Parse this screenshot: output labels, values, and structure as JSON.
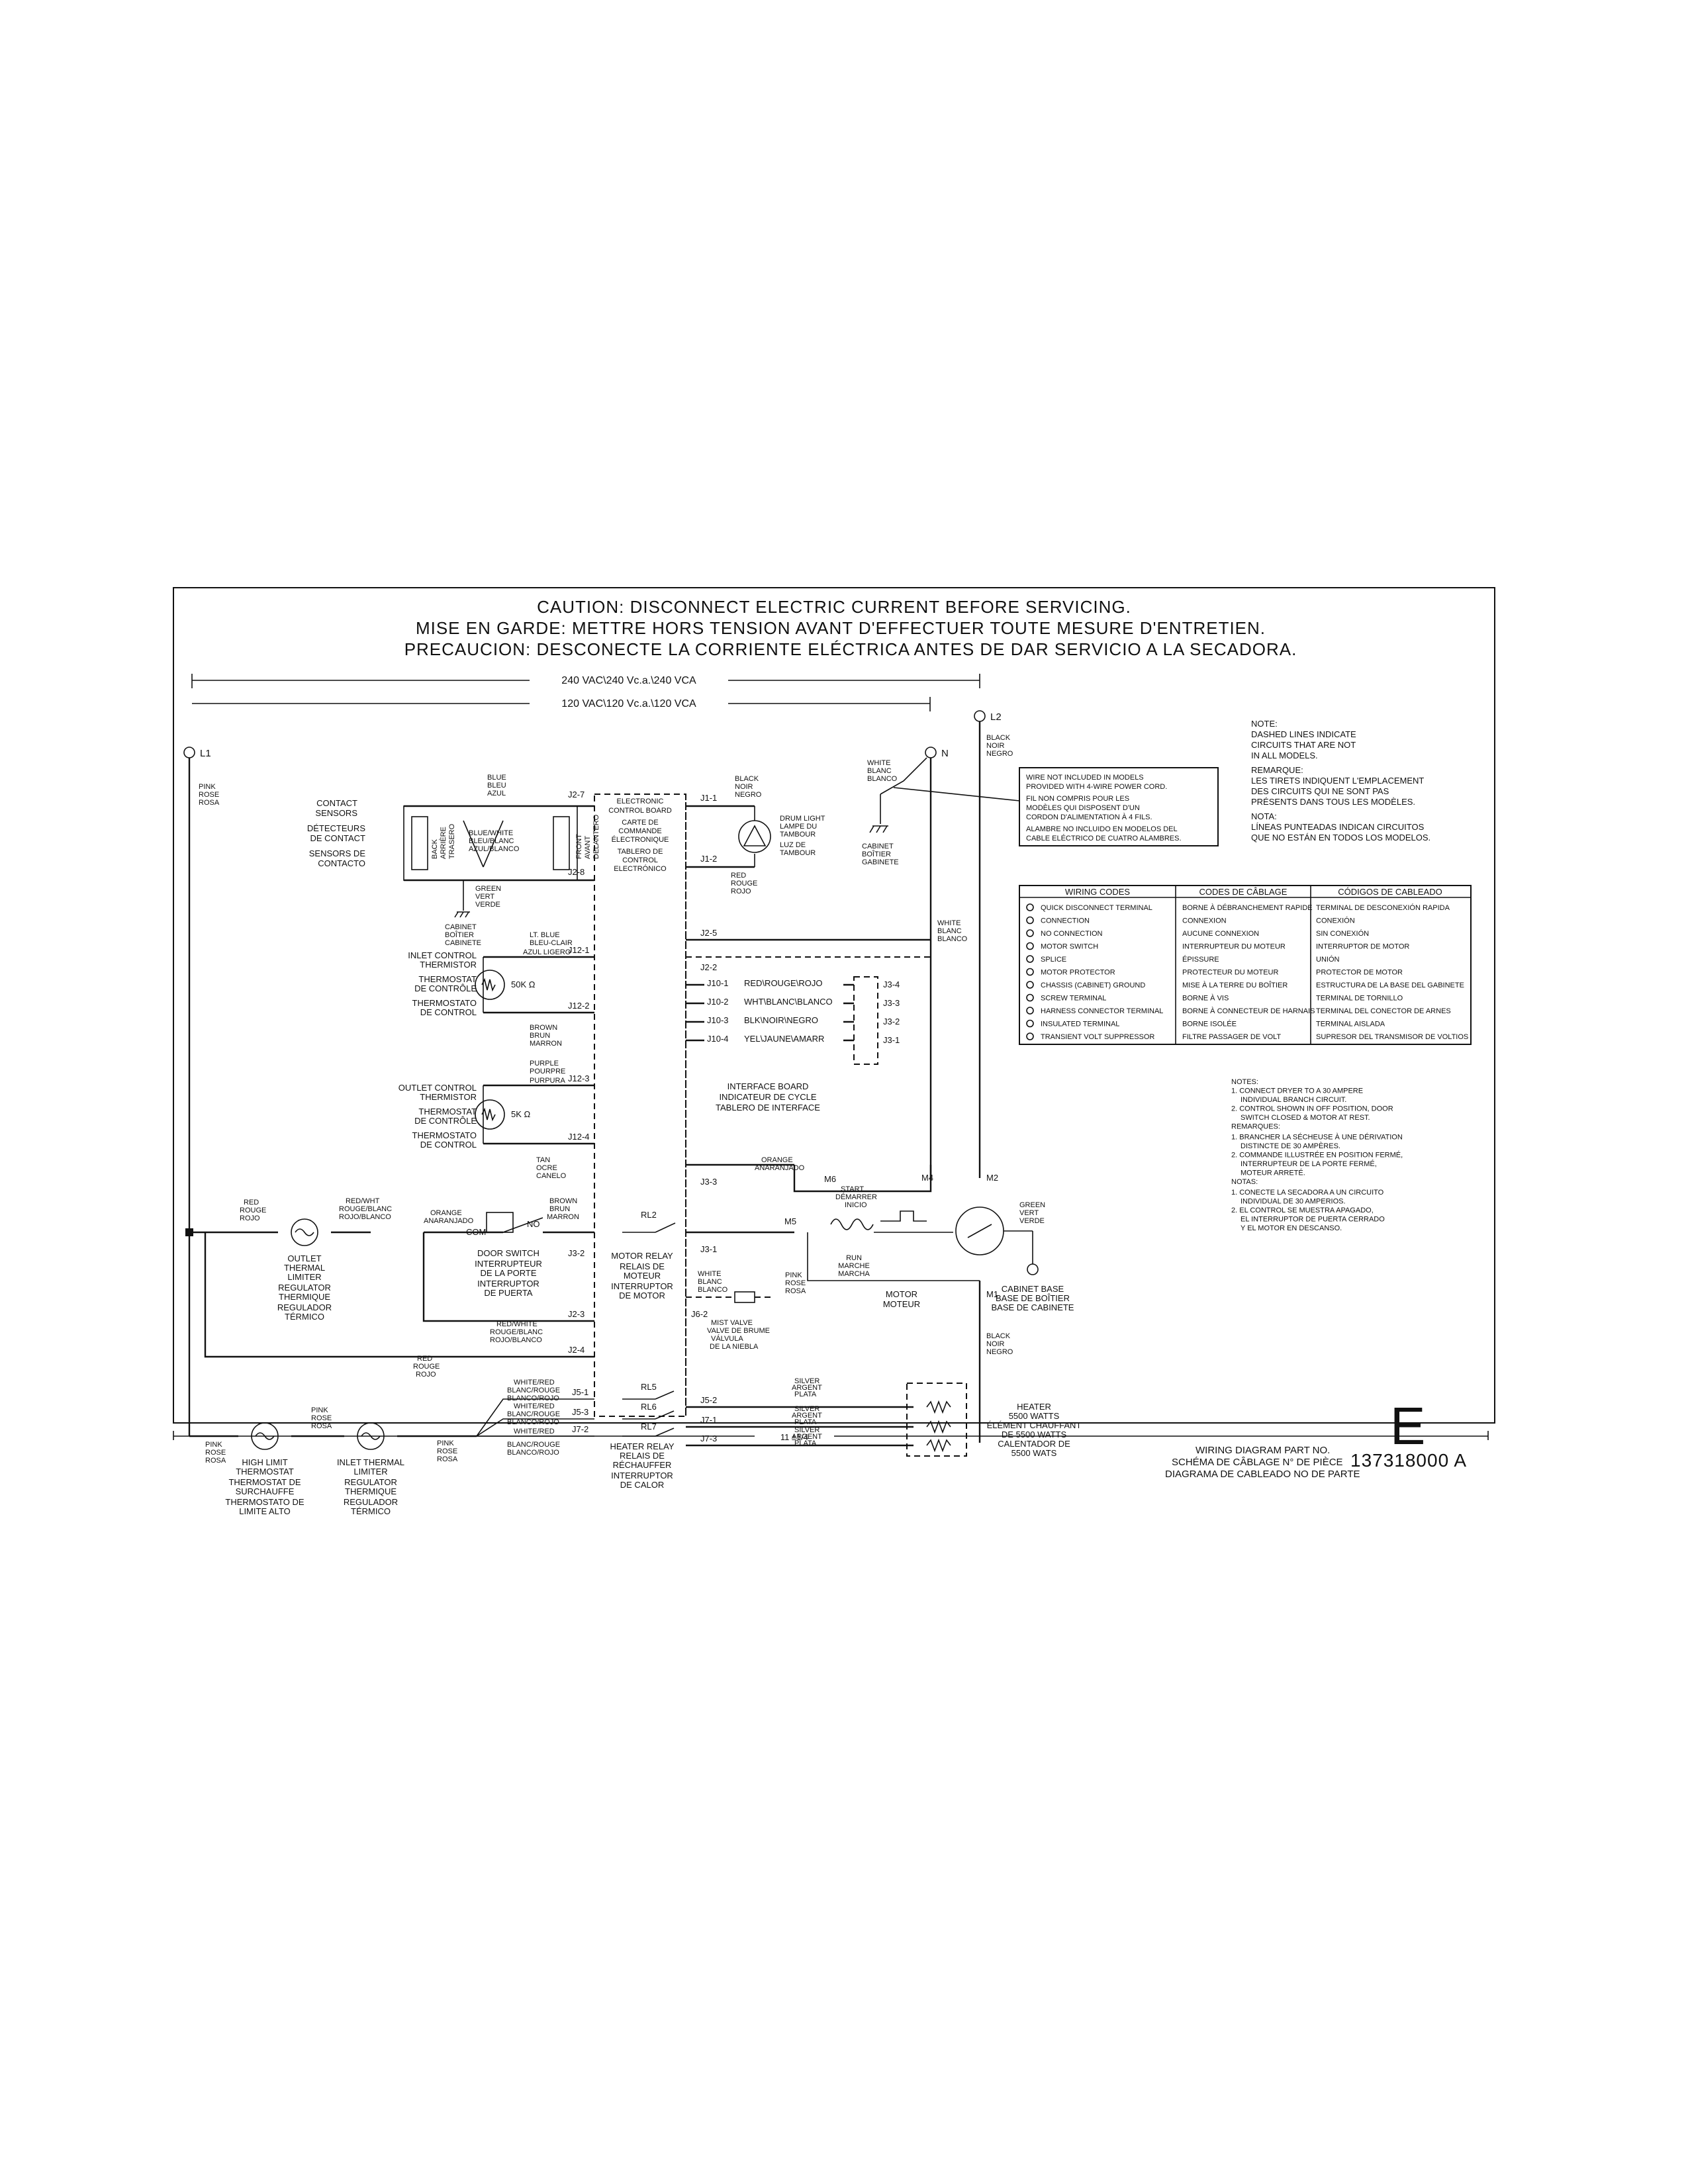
{
  "caution": {
    "line1": "CAUTION:  DISCONNECT  ELECTRIC  CURRENT  BEFORE  SERVICING.",
    "line2": "MISE  EN  GARDE:  METTRE  HORS  TENSION  AVANT  D'EFFECTUER  TOUTE  MESURE  D'ENTRETIEN.",
    "line3": "PRECAUCION:  DESCONECTE  LA  CORRIENTE  ELÉCTRICA  ANTES  DE  DAR  SERVICIO  A  LA  SECADORA."
  },
  "voltages": {
    "v240": "240 VAC\\240 Vc.a.\\240 VCA",
    "v120": "120 VAC\\120 Vc.a.\\120 VCA"
  },
  "terminals": {
    "l1": "L1",
    "l2": "L2",
    "n": "N"
  },
  "wires": {
    "pink": [
      "PINK",
      "ROSE",
      "ROSA"
    ],
    "black": [
      "BLACK",
      "NOIR",
      "NEGRO"
    ],
    "white": [
      "WHITE",
      "BLANC",
      "BLANCO"
    ],
    "blue": [
      "BLUE",
      "BLEU",
      "AZUL"
    ],
    "green": [
      "GREEN",
      "VERT",
      "VERDE"
    ],
    "red": [
      "RED",
      "ROUGE",
      "ROJO"
    ],
    "redwht": [
      "RED/WHT",
      "ROUGE/BLANC",
      "ROJO/BLANCO"
    ],
    "orange": [
      "ORANGE",
      "ANARANJADO"
    ],
    "ltblue": [
      "LT. BLUE",
      "BLEU-CLAIR",
      "AZUL LIGERO"
    ],
    "brown": [
      "BROWN",
      "BRUN",
      "MARRON"
    ],
    "purple": [
      "PURPLE",
      "POURPRE",
      "PURPURA"
    ],
    "tan": [
      "TAN",
      "OCRE",
      "CANELO"
    ],
    "silver": [
      "SILVER",
      "ARGENT",
      "PLATA"
    ],
    "whitered": [
      "WHITE/RED",
      "BLANC/ROUGE",
      "BLANCO/ROJO"
    ],
    "bluewhite": [
      "BLUE/WHITE",
      "BLEU/BLANC",
      "AZUL/BLANCO"
    ],
    "redwhite2": [
      "RED/WHITE",
      "ROUGE/BLANC",
      "ROJO/BLANCO"
    ]
  },
  "components": {
    "contact_sensors": [
      "CONTACT",
      "SENSORS",
      "DÉTECTEURS",
      "DE CONTACT",
      "SENSORS DE",
      "CONTACTO"
    ],
    "back": [
      "BACK",
      "ARRIÈRE",
      "TRASERO"
    ],
    "front": [
      "FRONT",
      "AVANT",
      "DELANTERO"
    ],
    "cabinet": [
      "CABINET",
      "BOÎTIER",
      "CABINETE"
    ],
    "cabinet_n": [
      "CABINET",
      "BOÎTIER",
      "GABINETE"
    ],
    "control_board": [
      "ELECTRONIC",
      "CONTROL BOARD",
      "CARTE DE",
      "COMMANDE",
      "ÉLECTRONIQUE",
      "TABLERO DE",
      "CONTROL",
      "ELECTRÓNICO"
    ],
    "drum_light": [
      "DRUM LIGHT",
      "LAMPE DU",
      "TAMBOUR",
      "LUZ DE",
      "TAMBOUR"
    ],
    "inlet_thermistor": [
      "INLET CONTROL",
      "THERMISTOR",
      "THERMOSTAT",
      "DE CONTRÔLE",
      "THERMOSTATO",
      "DE CONTROL"
    ],
    "inlet_ohm": "50K Ω",
    "outlet_thermistor": [
      "OUTLET CONTROL",
      "THERMISTOR",
      "THERMOSTAT",
      "DE CONTRÔLE",
      "THERMOSTATO",
      "DE CONTROL"
    ],
    "outlet_ohm": "5K Ω",
    "interface_board": [
      "INTERFACE BOARD",
      "INDICATEUR DE CYCLE",
      "TABLERO DE INTERFACE"
    ],
    "outlet_limiter": [
      "OUTLET",
      "THERMAL",
      "LIMITER",
      "REGULATOR",
      "THERMIQUE",
      "REGULADOR",
      "TÉRMICO"
    ],
    "door_switch": [
      "DOOR SWITCH",
      "INTERRUPTEUR",
      "DE LA PORTE",
      "INTERRUPTOR",
      "DE PUERTA"
    ],
    "motor_relay": [
      "MOTOR RELAY",
      "RELAIS DE",
      "MOTEUR",
      "INTERRUPTOR",
      "DE MOTOR"
    ],
    "start": [
      "START",
      "DÉMARRER",
      "INICIO"
    ],
    "run": [
      "RUN",
      "MARCHE",
      "MARCHA"
    ],
    "motor": [
      "MOTOR",
      "MOTEUR"
    ],
    "mist_valve": [
      "MIST VALVE",
      "VALVE DE BRUME",
      "VÁLVULA",
      "DE LA NIEBLA"
    ],
    "cabinet_base": [
      "CABINET BASE",
      "BASE DE BOÎTIER",
      "BASE DE CABINETE"
    ],
    "heater": [
      "HEATER",
      "5500 WATTS",
      "ÉLÉMENT CHAUFFANT",
      "DE 5500 WATTS",
      "CALENTADOR DE",
      "5500 WATS"
    ],
    "heater_relay": [
      "HEATER RELAY",
      "RELAIS DE",
      "RÉCHAUFFER",
      "INTERRUPTOR",
      "DE CALOR"
    ],
    "high_limit": [
      "HIGH LIMIT",
      "THERMOSTAT",
      "THERMOSTAT DE",
      "SURCHAUFFE",
      "THERMOSTATO DE",
      "LIMITE ALTO"
    ],
    "inlet_limiter": [
      "INLET THERMAL",
      "LIMITER",
      "REGULATOR",
      "THERMIQUE",
      "REGULADOR",
      "TÉRMICO"
    ]
  },
  "pins": {
    "j2_7": "J2-7",
    "j2_8": "J2-8",
    "j1_1": "J1-1",
    "j1_2": "J1-2",
    "j12_1": "J12-1",
    "j12_2": "J12-2",
    "j12_3": "J12-3",
    "j12_4": "J12-4",
    "j2_5": "J2-5",
    "j2_2": "J2-2",
    "j3_3": "J3-3",
    "j3_2": "J3-2",
    "j3_1": "J3-1",
    "j6_2": "J6-2",
    "j2_3": "J2-3",
    "j2_4": "J2-4",
    "j5_1": "J5-1",
    "j5_3": "J5-3",
    "j7_2": "J7-2",
    "j5_2": "J5-2",
    "j7_1": "J7-1",
    "j7_3": "J7-3",
    "m1": "M1",
    "m2": "M2",
    "m4": "M4",
    "m5": "M5",
    "m6": "M6",
    "rl2": "RL2",
    "rl5": "RL5",
    "rl6": "RL6",
    "rl7": "RL7",
    "com": "COM",
    "no": "NO"
  },
  "interface_lines": [
    {
      "pin": "J10-1",
      "label": "RED\\ROUGE\\ROJO",
      "to": "J3-4"
    },
    {
      "pin": "J10-2",
      "label": "WHT\\BLANC\\BLANCO",
      "to": "J3-3"
    },
    {
      "pin": "J10-3",
      "label": "BLK\\NOIR\\NEGRO",
      "to": "J3-2"
    },
    {
      "pin": "J10-4",
      "label": "YEL\\JAUNE\\AMARR",
      "to": "J3-1"
    }
  ],
  "wire_note": [
    "WIRE NOT INCLUDED IN MODELS",
    "PROVIDED WITH 4-WIRE POWER CORD.",
    "FIL NON COMPRIS POUR LES",
    "MODÈLES QUI DISPOSENT D'UN",
    "CORDON D'ALIMENTATION À 4 FILS.",
    "ALAMBRE NO INCLUIDO EN MODELOS DEL",
    "CABLE ELÉCTRICO DE CUATRO ALAMBRES."
  ],
  "dashed_note": [
    "NOTE:",
    "DASHED LINES INDICATE",
    "CIRCUITS THAT ARE NOT",
    "IN ALL MODELS.",
    "REMARQUE:",
    "LES TIRETS INDIQUENT L'EMPLACEMENT",
    "DES CIRCUITS QUI NE SONT PAS",
    "PRÉSENTS DANS TOUS LES MODÈLES.",
    "NOTA:",
    "LÍNEAS PUNTEADAS INDICAN CIRCUITOS",
    "QUE NO ESTÁN EN TODOS LOS MODELOS."
  ],
  "legend": {
    "headers": [
      "WIRING CODES",
      "CODES DE CÂBLAGE",
      "CÓDIGOS DE CABLEADO"
    ],
    "rows": [
      [
        "QUICK DISCONNECT TERMINAL",
        "BORNE À DÉBRANCHEMENT RAPIDE",
        "TERMINAL DE DESCONEXIÓN RAPIDA"
      ],
      [
        "CONNECTION",
        "CONNEXION",
        "CONEXIÓN"
      ],
      [
        "NO CONNECTION",
        "AUCUNE CONNEXION",
        "SIN CONEXIÓN"
      ],
      [
        "MOTOR SWITCH",
        "INTERRUPTEUR DU MOTEUR",
        "INTERRUPTOR DE MOTOR"
      ],
      [
        "SPLICE",
        "ÉPISSURE",
        "UNIÓN"
      ],
      [
        "MOTOR PROTECTOR",
        "PROTECTEUR DU MOTEUR",
        "PROTECTOR DE MOTOR"
      ],
      [
        "CHASSIS (CABINET) GROUND",
        "MISE À LA TERRE DU BOÎTIER",
        "ESTRUCTURA DE LA BASE DEL GABINETE"
      ],
      [
        "SCREW TERMINAL",
        "BORNE À VIS",
        "TERMINAL DE TORNILLO"
      ],
      [
        "HARNESS CONNECTOR TERMINAL",
        "BORNE À CONNECTEUR DE HARNAIS",
        "TERMINAL DEL CONECTOR DE ARNES"
      ],
      [
        "INSULATED TERMINAL",
        "BORNE ISOLÉE",
        "TERMINAL AISLADA"
      ],
      [
        "TRANSIENT VOLT SUPPRESSOR",
        "FILTRE PASSAGER DE VOLT",
        "SUPRESOR DEL TRANSMISOR DE VOLTIOS"
      ]
    ]
  },
  "notes": [
    "NOTES:",
    "1. CONNECT DRYER TO A 30 AMPERE",
    "INDIVIDUAL BRANCH CIRCUIT.",
    "2. CONTROL SHOWN IN OFF POSITION, DOOR",
    "SWITCH CLOSED & MOTOR AT REST.",
    "REMARQUES:",
    "1. BRANCHER LA SÉCHEUSE À UNE DÉRIVATION",
    "DISTINCTE DE 30 AMPÈRES.",
    "2. COMMANDE ILLUSTRÉE EN POSITION FERMÉ,",
    "INTERRUPTEUR DE LA PORTE FERMÉ,",
    "MOTEUR ARRETÉ.",
    "NOTAS:",
    "1. CONECTE LA SECADORA A UN CIRCUITO",
    "INDIVIDUAL DE 30 AMPERIOS.",
    "2. EL CONTROL SE MUESTRA APAGADO,",
    "EL INTERRUPTOR DE PUERTA CERRADO",
    "Y EL MOTOR EN DESCANSO."
  ],
  "part": {
    "labels": [
      "WIRING DIAGRAM PART NO.",
      "SCHÉMA DE CÂBLAGE N° DE PIÈCE",
      "DIAGRAMA DE CABLEADO NO DE PARTE"
    ],
    "number": "137318000  A",
    "letter": "E"
  },
  "dimension": "11 ±1/4"
}
